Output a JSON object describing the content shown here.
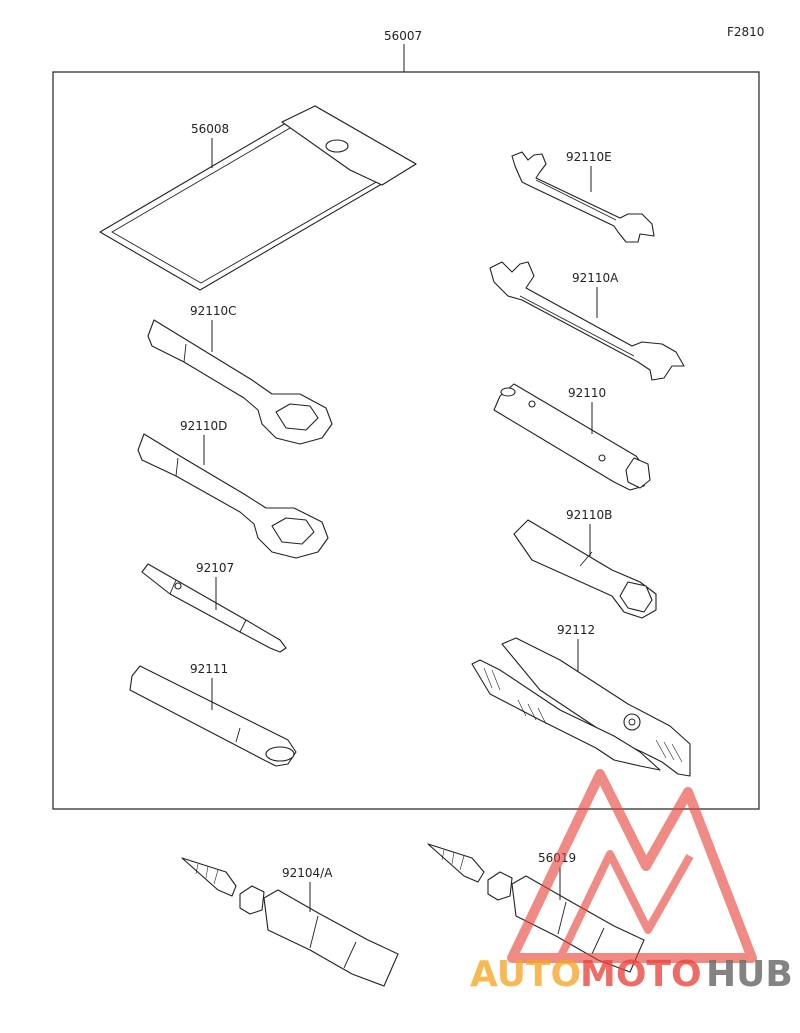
{
  "figure_code": "F2810",
  "assembly_label": "56007",
  "parts": {
    "p56008": "56008",
    "p92110E": "92110E",
    "p92110A": "92110A",
    "p92110C": "92110C",
    "p92110D": "92110D",
    "p92110": "92110",
    "p92110B": "92110B",
    "p92107": "92107",
    "p92112": "92112",
    "p92111": "92111",
    "p92104A": "92104/A",
    "p56019": "56019"
  },
  "watermark": {
    "text_a": "AUTO",
    "text_b": "MOTO",
    "text_c": "HUB",
    "color_orange": "#f5a623",
    "color_red": "#e8443a",
    "color_grey": "#6e6e6e"
  }
}
